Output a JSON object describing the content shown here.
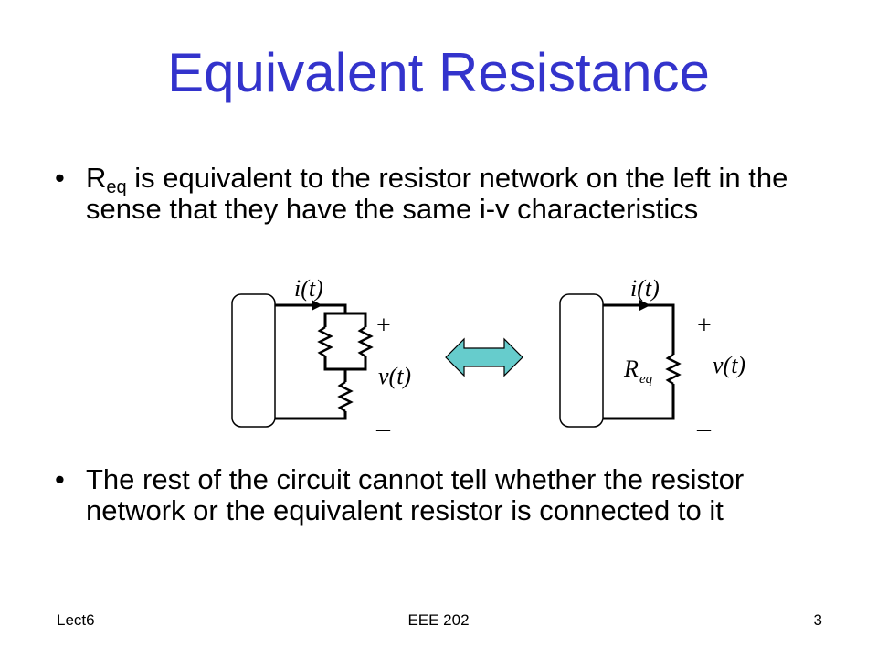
{
  "slide": {
    "title": "Equivalent Resistance",
    "bullets": [
      {
        "symbol": "•",
        "main": "R",
        "subscript": "eq",
        "rest": " is equivalent to the resistor network on the left in the sense that they have the same i-v characteristics"
      },
      {
        "symbol": "•",
        "text": "The rest of the circuit cannot tell whether the resistor network or the equivalent resistor is connected to it"
      }
    ]
  },
  "diagram": {
    "left_circuit": {
      "current_label": "i(t)",
      "plus_label": "+",
      "voltage_label": "v(t)",
      "minus_label": "–"
    },
    "right_circuit": {
      "current_label": "i(t)",
      "plus_label": "+",
      "voltage_label": "v(t)",
      "minus_label": "–",
      "resistor_main": "R",
      "resistor_sub": "eq"
    },
    "arrow_color": "#66cccc"
  },
  "footer": {
    "left": "Lect6",
    "center": "EEE 202",
    "right": "3"
  },
  "colors": {
    "title": "#3333cc"
  }
}
